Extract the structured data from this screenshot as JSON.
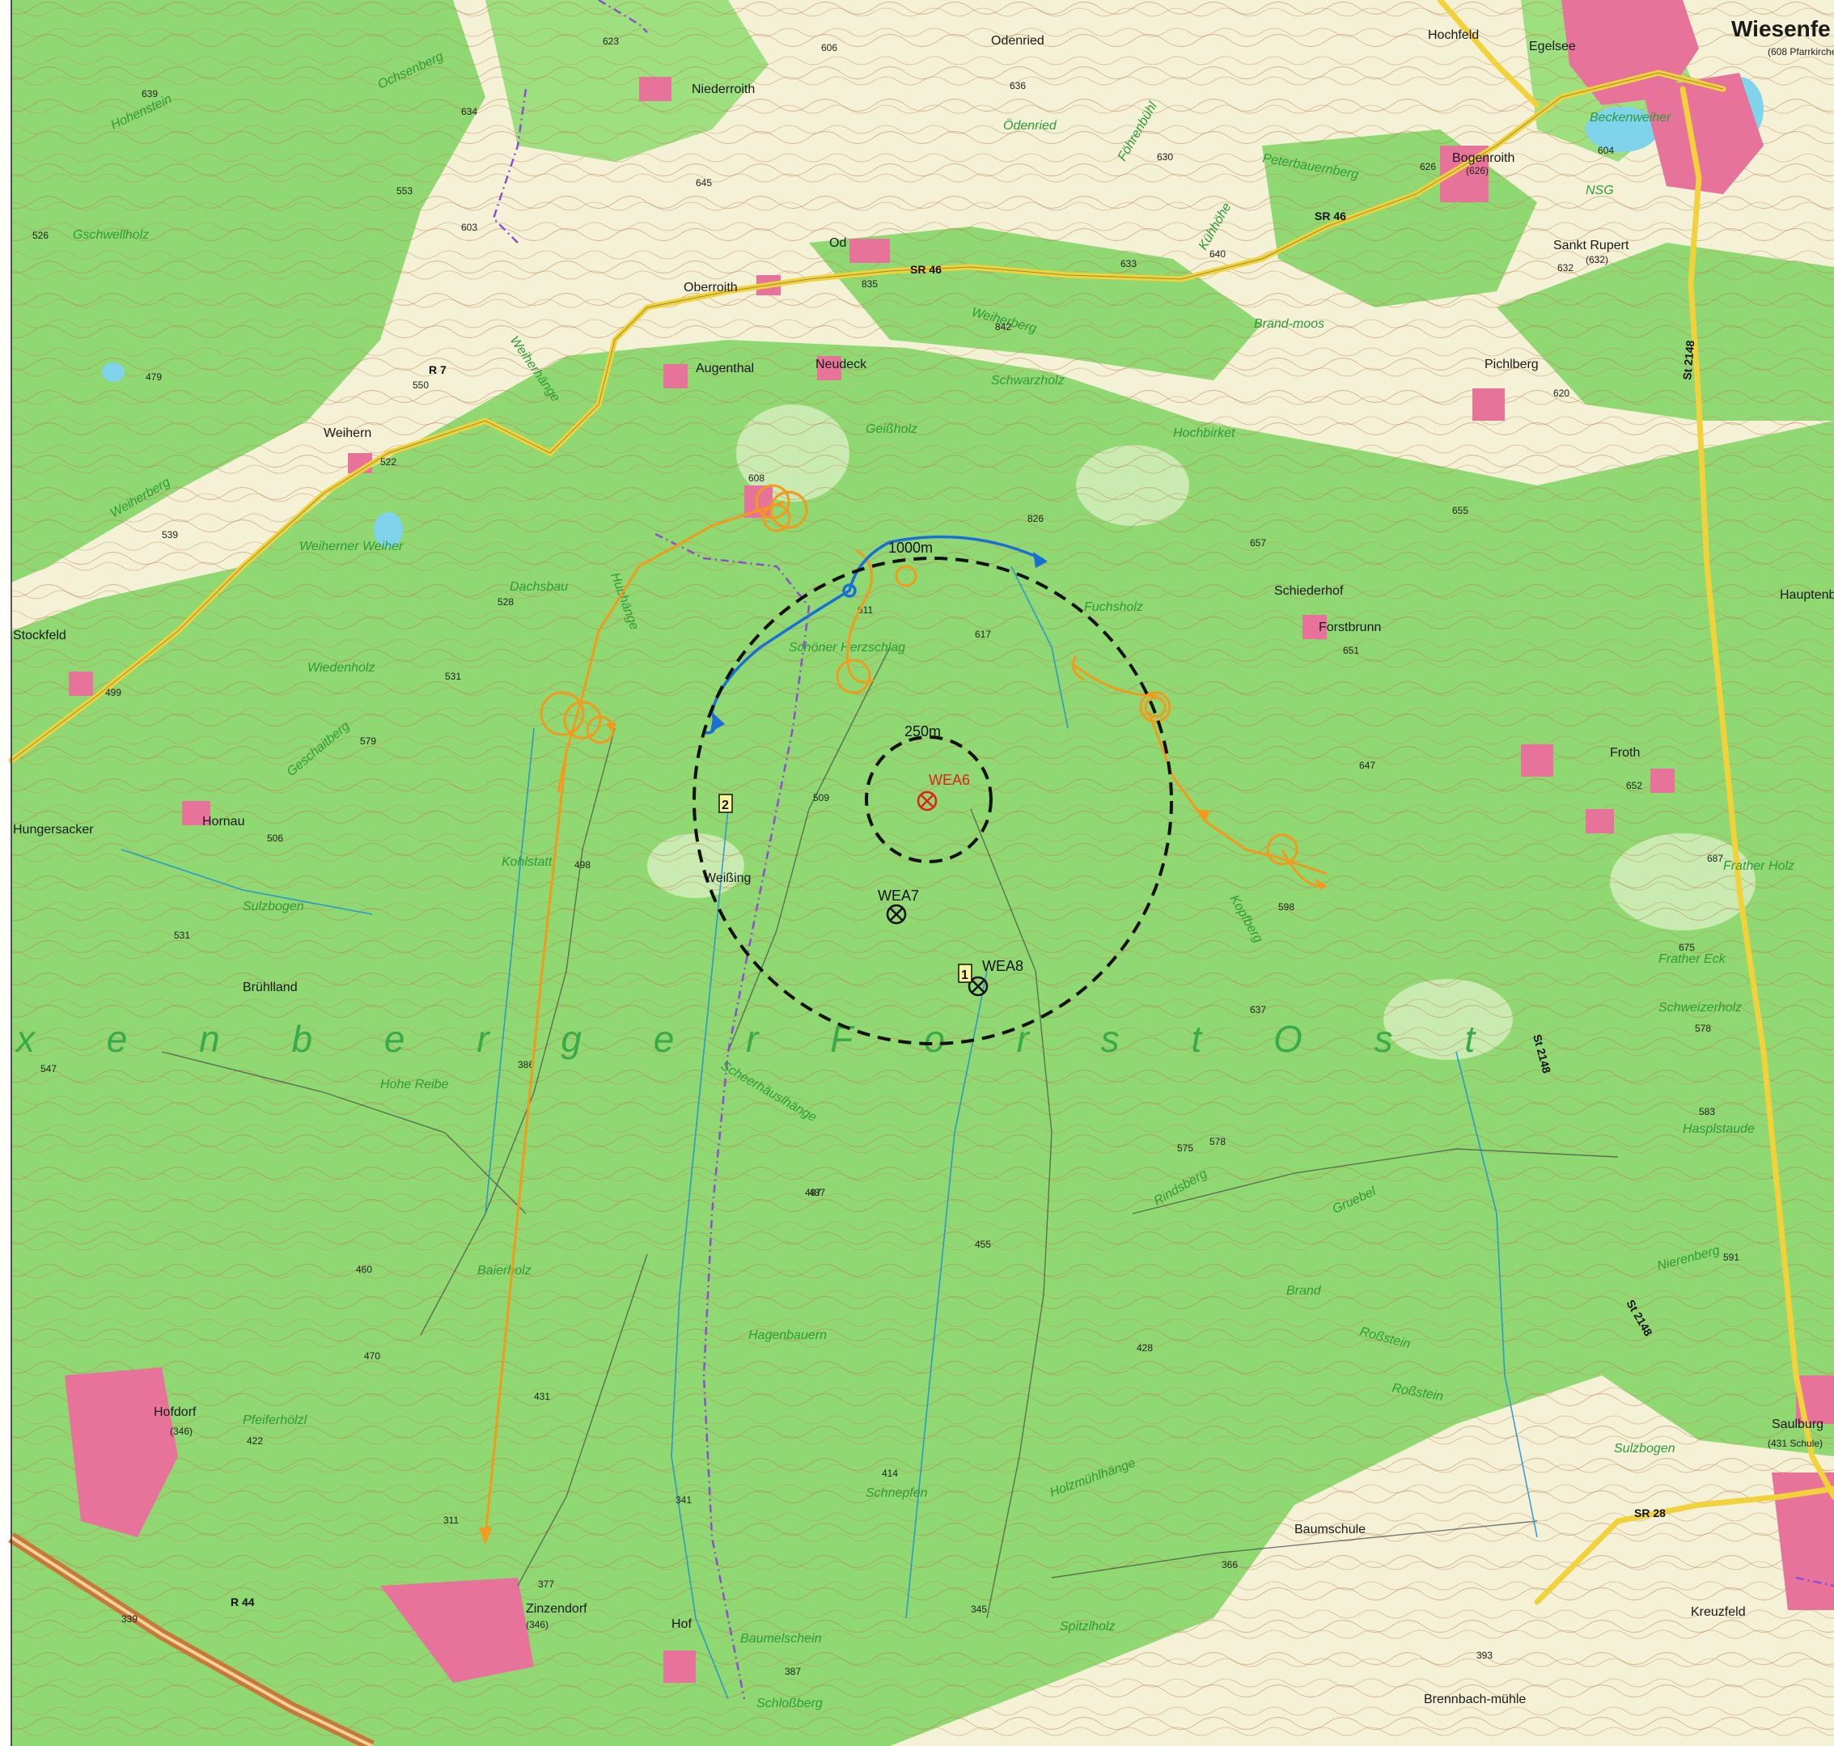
{
  "colors": {
    "forest": "#8fd872",
    "forest_dark": "#6cc35a",
    "open_land": "#f4f1d6",
    "settlement": "#e8739a",
    "road_yellow": "#f2d23a",
    "motorway": "#c7793a",
    "water": "#7fd3ea",
    "route_orange": "#f39a1d",
    "route_blue": "#1a6fd6",
    "boundary": "#8a4fd0",
    "target": "#e02020"
  },
  "places": [
    "Wiesenfe",
    "Hochfeld",
    "Niederroith",
    "Oberroith",
    "Od",
    "Odenried",
    "Weihern",
    "Stockfeld",
    "Hungersacker",
    "Hornau",
    "Brühlland",
    "Hofdorf",
    "Zinzendorf",
    "Hof",
    "Saulburg",
    "Kreuzfeld",
    "Froth",
    "Pichlberg",
    "Schiederhof",
    "Bogenroith",
    "Augenthal",
    "Neudeck",
    "Forstbrunn",
    "Hauptenberg",
    "Weißing",
    "Baumschule",
    "Brennbach-mühle",
    "Egelsee",
    "Sankt Rupert"
  ],
  "sub_places": [
    "(626)",
    "(346)",
    "(431 Schule)",
    "(346)",
    "(608 Pfarrkirche)",
    "(632)"
  ],
  "green_labels": [
    "Gschwellholz",
    "Hohenstein",
    "Ochsenberg",
    "Weiherhänge",
    "Weiherberg",
    "Dachsbau",
    "Wiedenholz",
    "Geschaitberg",
    "Sulzbogen",
    "Kohlstatt",
    "Hohe Reibe",
    "Baierholz",
    "Pfeiferhölzl",
    "Hubhänge",
    "Schöner Herzschlag",
    "Scheerhäuslhänge",
    "Hagenbauern",
    "Schnepfen",
    "Baumelschein",
    "Schloßberg",
    "Spitzlholz",
    "Holzmühlhänge",
    "Rindsberg",
    "Gruebel",
    "Brand",
    "Roßstein",
    "Nierenberg",
    "Frather Eck",
    "Schweizerholz",
    "Hasplstaude",
    "Kopfberg",
    "Hochbirket",
    "Schwarzholz",
    "Geißholz",
    "Fuchsholz",
    "Sulzbogen",
    "Ödenried",
    "Föhrenbühl",
    "Kühhöhe",
    "Peterbauernberg",
    "Weiherberg",
    "Brand-moos",
    "NSG",
    "Beckenweiher",
    "Weiherner Weiher",
    "Roßstein",
    "Frather Holz"
  ],
  "forest_banner": "x e n b e r g e r   F o r s t   O s t",
  "roads": [
    "SR 46",
    "SR 46",
    "R 7",
    "R 44",
    "SR 28",
    "St 2148",
    "St 2148",
    "St 2148"
  ],
  "turbines": [
    {
      "id": "WEA6",
      "status": "planned-red"
    },
    {
      "id": "WEA7",
      "status": "existing"
    },
    {
      "id": "WEA8",
      "status": "existing"
    }
  ],
  "radii": [
    "1000m",
    "250m"
  ],
  "markers": [
    "1",
    "2"
  ],
  "heights": [
    "639",
    "634",
    "553",
    "603",
    "526",
    "479",
    "550",
    "522",
    "539",
    "499",
    "528",
    "531",
    "579",
    "506",
    "498",
    "531",
    "547",
    "460",
    "470",
    "431",
    "422",
    "377",
    "339",
    "311",
    "345",
    "341",
    "387",
    "414",
    "428",
    "455",
    "487",
    "386",
    "575",
    "637",
    "598",
    "647",
    "652",
    "687",
    "675",
    "578",
    "583",
    "591",
    "620",
    "632",
    "604",
    "640",
    "630",
    "626",
    "636",
    "623",
    "606",
    "645",
    "835",
    "633",
    "657",
    "617",
    "611",
    "608",
    "826",
    "655",
    "842",
    "651",
    "578",
    "393",
    "509",
    "487",
    "366"
  ]
}
